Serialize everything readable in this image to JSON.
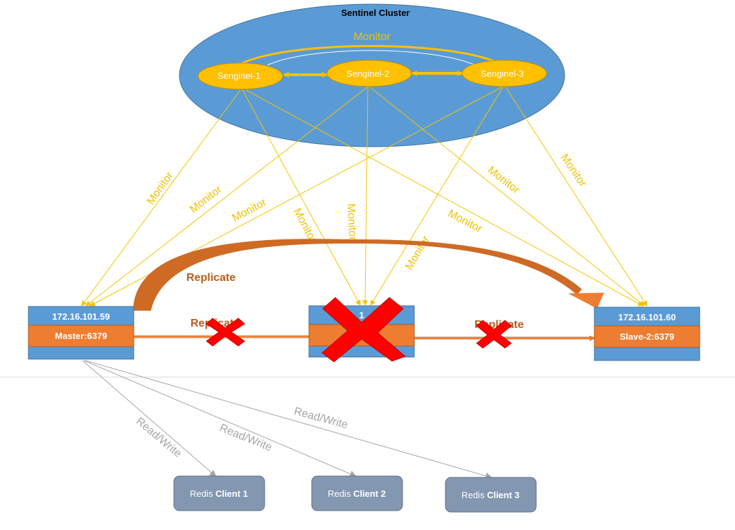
{
  "cluster": {
    "title": "Sentinel  Cluster",
    "monitor_label": "Monitor",
    "sentinels": [
      "Senginel-1",
      "Senginel-2",
      "Senginel-3"
    ]
  },
  "monitor_label": "Monitor",
  "replicate_label": "Replicate",
  "nodes": {
    "master": {
      "ip": "172.16.101.59",
      "role": "Master:6379"
    },
    "slave1": {
      "ip": "1",
      "role": ""
    },
    "slave2": {
      "ip": "172.16.101.60",
      "role": "Slave-2:6379"
    }
  },
  "read_write_label": "Read/Write",
  "clients": {
    "c1": "Client 1",
    "c2": "Client 2",
    "c3": "Client 3"
  },
  "client_prefix": "Redis ",
  "colors": {
    "cluster": "#5b9bd5",
    "sentinel": "#ffc000",
    "monitor_line": "#f2c500",
    "node_blue": "#5b9bd5",
    "node_orange": "#ed7d31",
    "client": "#8497b0",
    "cross": "#ff0000"
  }
}
